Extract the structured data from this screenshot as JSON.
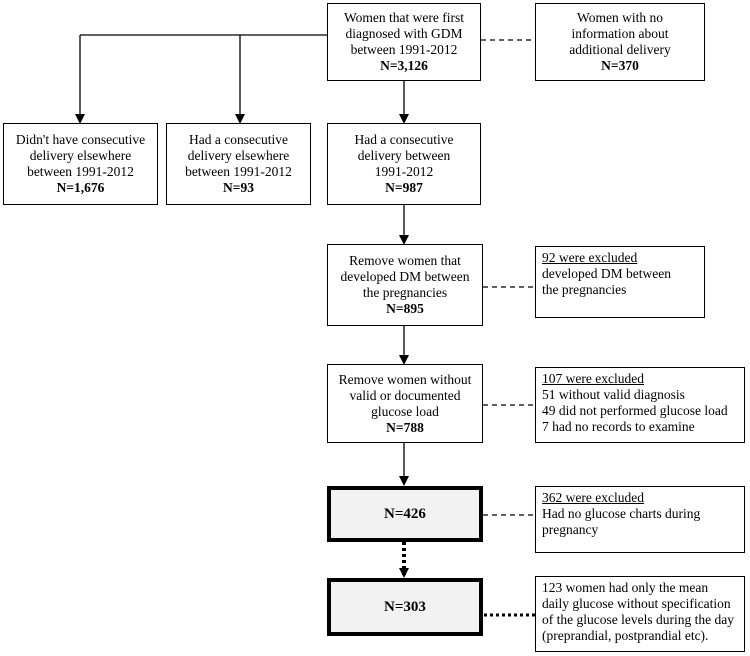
{
  "boxes": {
    "first_dx": {
      "lines": [
        "Women that were first",
        "diagnosed with GDM",
        "between 1991-2012"
      ],
      "n": "N=3,126"
    },
    "no_info": {
      "lines": [
        "Women with no",
        "information about",
        "additional delivery"
      ],
      "n": "N=370"
    },
    "no_consecutive": {
      "lines": [
        "Didn't have consecutive",
        "delivery elsewhere",
        "between 1991-2012"
      ],
      "n": "N=1,676"
    },
    "consecutive_elsewhere": {
      "lines": [
        "Had a consecutive",
        "delivery elsewhere",
        "between 1991-2012"
      ],
      "n": "N=93"
    },
    "consecutive": {
      "lines": [
        "Had a consecutive",
        "delivery between",
        "1991-2012"
      ],
      "n": "N=987"
    },
    "remove_dm": {
      "lines": [
        "Remove women that",
        "developed DM between",
        "the pregnancies"
      ],
      "n": "N=895"
    },
    "remove_glucose": {
      "lines": [
        "Remove women without",
        "valid or documented",
        "glucose load"
      ],
      "n": "N=788"
    },
    "n426": {
      "n": "N=426"
    },
    "n303": {
      "n": "N=303"
    }
  },
  "exclusions": {
    "dm": {
      "title": "92 were excluded",
      "lines": [
        "developed DM between",
        "the pregnancies"
      ]
    },
    "glucose": {
      "title": "107 were excluded",
      "lines": [
        "51 without valid diagnosis",
        "49 did not performed glucose load",
        "7 had no records to examine"
      ]
    },
    "charts": {
      "title": "362 were excluded",
      "lines": [
        "Had no glucose charts during",
        "pregnancy"
      ]
    },
    "mean": {
      "lines": [
        "123 women had only the mean",
        "daily glucose without specification",
        "of the glucose levels during the day",
        "(preprandial, postprandial etc)."
      ]
    }
  }
}
